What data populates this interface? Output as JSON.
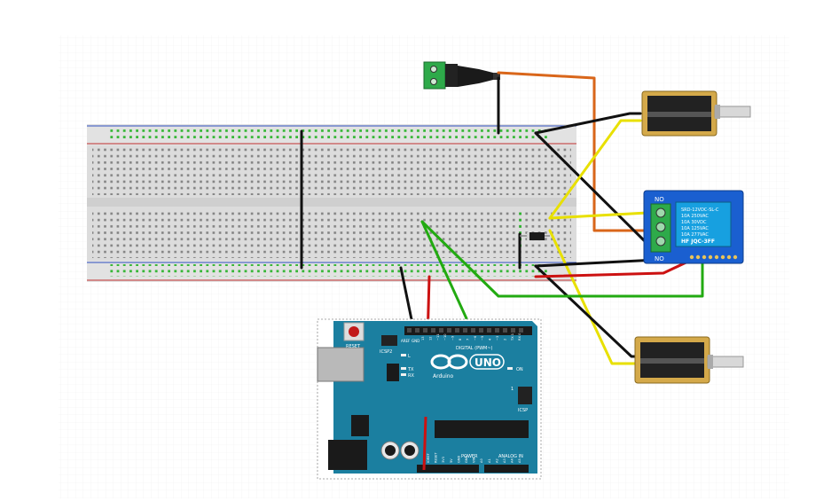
{
  "board": {
    "reset_label": "RESET",
    "icsp2_label": "ICSP2",
    "icsp_label": "ICSP",
    "brand": "UNO",
    "brand_sub": "Arduino",
    "digital_label": "DIGITAL (PWM~)",
    "power_label": "POWER",
    "analog_label": "ANALOG IN",
    "on_label": "ON",
    "l_label": "L",
    "tx_label": "TX",
    "rx_label": "RX",
    "aref_label": "AREF",
    "gnd_label": "GND",
    "one_label": "1",
    "pin_labels_top": [
      "13",
      "12",
      "~11",
      "~10",
      "~9",
      "8",
      "7",
      "~6",
      "~5",
      "4",
      "~3",
      "2",
      "TX 1",
      "RX 0"
    ],
    "pin_labels_bottom": [
      "IOREF",
      "RESET",
      "3V3",
      "5V",
      "GND",
      "GND",
      "VIN",
      "A0",
      "A1",
      "A2",
      "A3",
      "A4",
      "A5"
    ]
  },
  "relay": {
    "no_top": "NO",
    "no_bottom": "NO",
    "line1": "SRD-12VDC-SL-C",
    "line2": "10A 250VAC",
    "line3": "10A 30VDC",
    "line4": "10A 125VAC",
    "line5": "10A 277VAC",
    "maker": "HF JQC-3FF"
  },
  "colors": {
    "wire_black": "#111111",
    "wire_red": "#cc1111",
    "wire_green": "#22aa11",
    "wire_yellow": "#e8e000",
    "wire_orange": "#d9661a",
    "board_blue": "#1b7fa0",
    "relay_blue": "#1a5fd0"
  },
  "icons": [
    "dc-jack-icon",
    "solenoid-icon",
    "diode-icon",
    "relay-module-icon",
    "arduino-uno-icon",
    "breadboard-icon"
  ]
}
